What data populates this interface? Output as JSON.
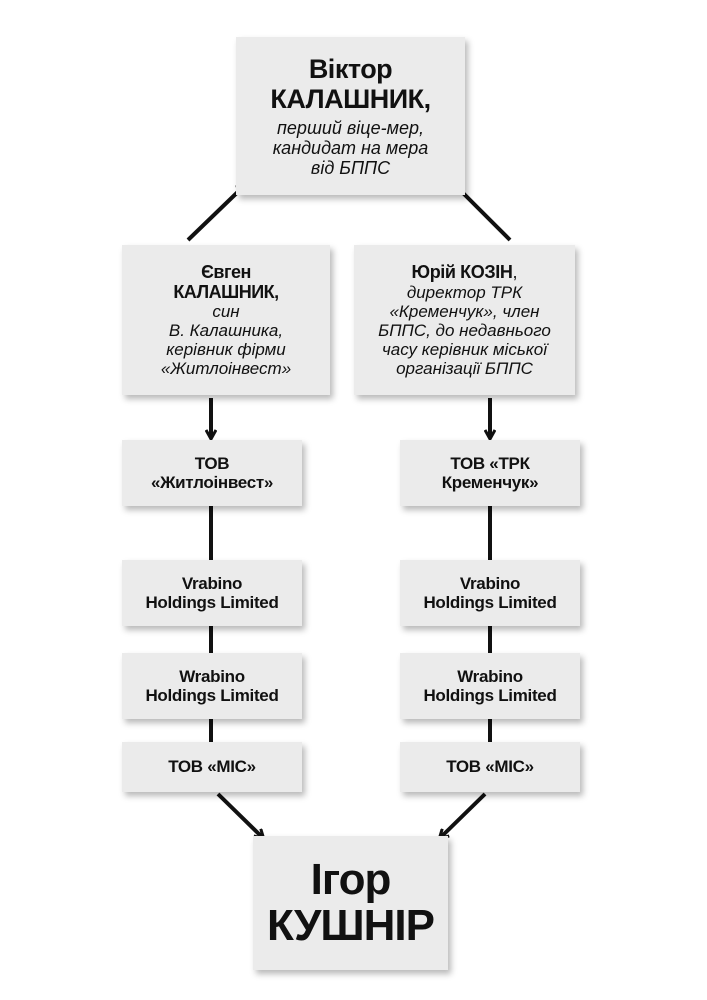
{
  "top_person": {
    "first_name": "Віктор",
    "last_name": "КАЛАШНИК,",
    "desc_lines": [
      "перший віце-мер,",
      "кандидат на мера",
      "від БППС"
    ]
  },
  "left_person": {
    "first_name": "Євген",
    "last_name": "КАЛАШНИК,",
    "desc_lines": [
      "син",
      "В. Калашника,",
      "керівник фірми",
      "«Житлоінвест»"
    ]
  },
  "right_person": {
    "name_bold": "Юрій КОЗІН",
    "name_suffix": ",",
    "desc_lines": [
      "директор ТРК",
      "«Кременчук», член",
      "БППС, до недавнього",
      "часу керівник міської",
      "організації БППС"
    ]
  },
  "left_chain": {
    "tov_line1": "ТОВ",
    "tov_line2": "«Житлоінвест»",
    "vrabino_line1": "Vrabino",
    "vrabino_line2": "Holdings Limited",
    "wrabino_line1": "Wrabino",
    "wrabino_line2": "Holdings Limited",
    "mis": "ТОВ «МІС»"
  },
  "right_chain": {
    "tov_line1": "ТОВ «ТРК",
    "tov_line2": "Кременчук»",
    "vrabino_line1": "Vrabino",
    "vrabino_line2": "Holdings Limited",
    "wrabino_line1": "Wrabino",
    "wrabino_line2": "Holdings Limited",
    "mis": "ТОВ «МІС»"
  },
  "bottom_person": {
    "first_name": "Ігор",
    "last_name": "КУШНІР"
  },
  "colors": {
    "box_fill": "#ebebeb",
    "line": "#111111"
  }
}
